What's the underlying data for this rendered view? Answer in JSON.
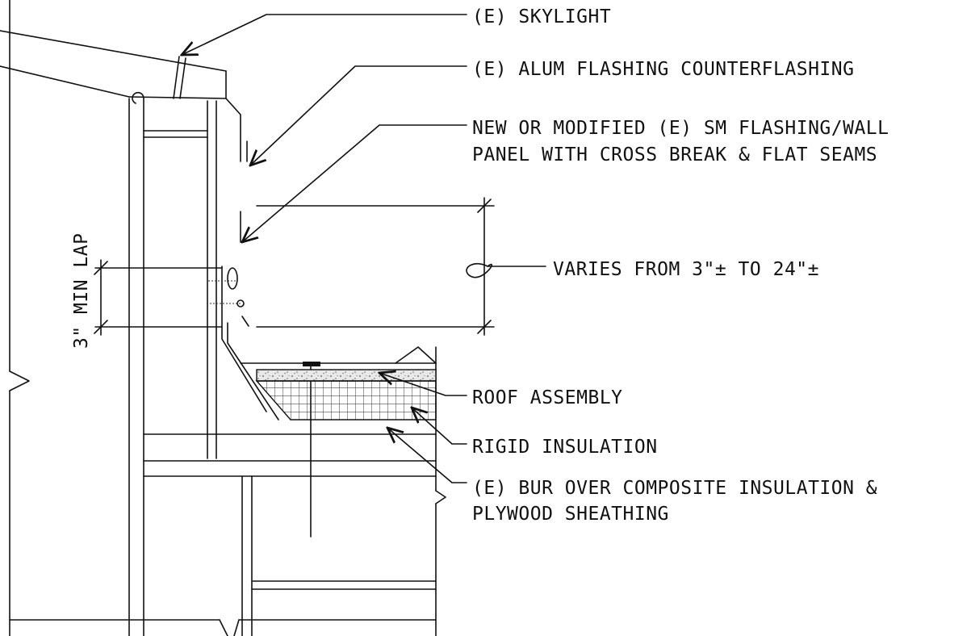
{
  "labels": {
    "skylight": "(E) SKYLIGHT",
    "counterflashing": "(E) ALUM FLASHING COUNTERFLASHING",
    "sm_flashing_line1": "NEW OR MODIFIED (E) SM FLASHING/WALL",
    "sm_flashing_line2": "PANEL WITH CROSS BREAK & FLAT SEAMS",
    "varies": "VARIES FROM 3\"± TO 24\"±",
    "min_lap": "3\" MIN LAP",
    "roof_assembly": "ROOF ASSEMBLY",
    "rigid_insulation": "RIGID INSULATION",
    "bur_line1": "(E) BUR OVER COMPOSITE INSULATION &",
    "bur_line2": "PLYWOOD SHEATHING"
  }
}
